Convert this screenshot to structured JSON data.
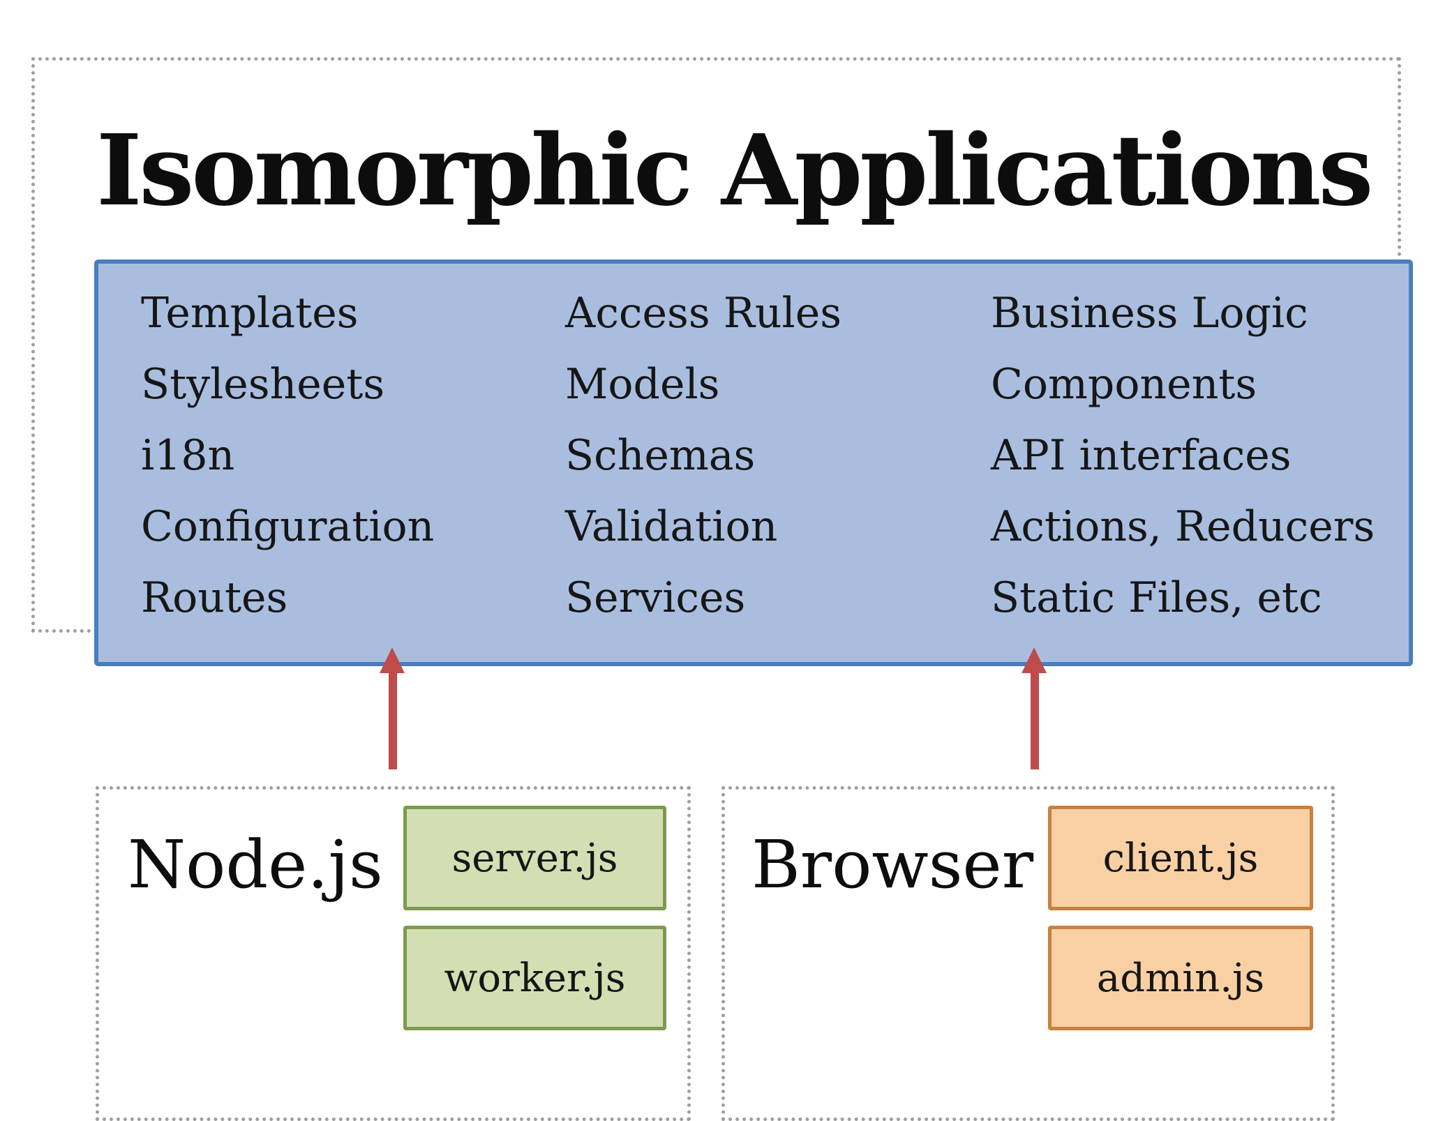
{
  "title": "Isomorphic Applications",
  "shared_box": {
    "columns": [
      {
        "items": [
          "Templates",
          "Stylesheets",
          "i18n",
          "Configuration",
          "Routes"
        ]
      },
      {
        "items": [
          "Access Rules",
          "Models",
          "Schemas",
          "Validation",
          "Services"
        ]
      },
      {
        "items": [
          "Business Logic",
          "Components",
          "API interfaces",
          "Actions, Reducers",
          "Static Files, etc"
        ]
      }
    ]
  },
  "node_section": {
    "label": "Node.js",
    "files": [
      "server.js",
      "worker.js"
    ]
  },
  "browser_section": {
    "label": "Browser",
    "files": [
      "client.js",
      "admin.js"
    ]
  },
  "colors": {
    "shared_fill": "#a9bedf",
    "shared_border": "#4a7dbe",
    "node_file_fill": "#d3dfb3",
    "node_file_border": "#7d9b4f",
    "browser_file_fill": "#f9d0a4",
    "browser_file_border": "#c8803e",
    "arrow": "#bf4b4b",
    "dotted_border": "#9e9e9e",
    "text": "#161616"
  }
}
